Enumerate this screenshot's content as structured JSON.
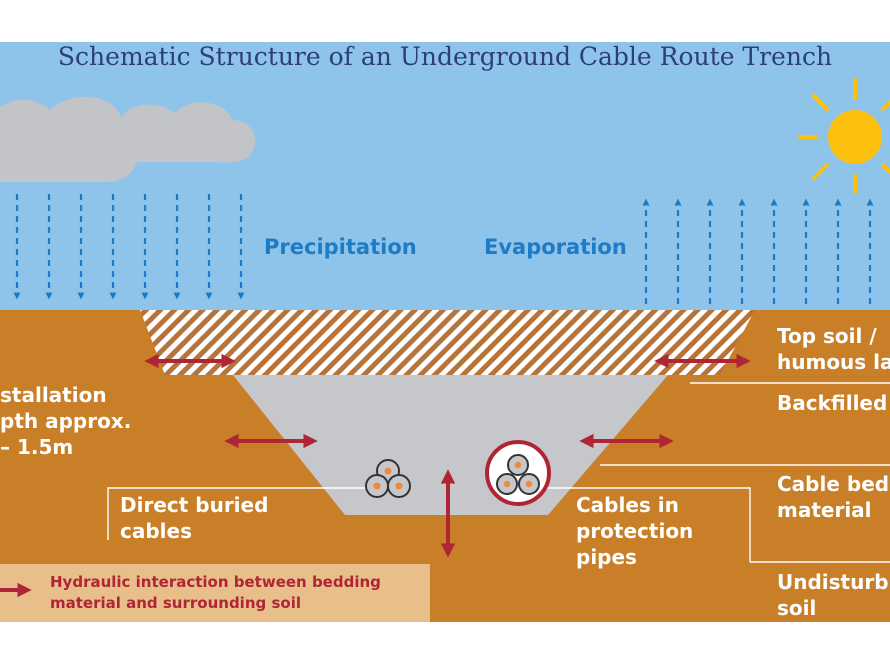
{
  "title": "Schematic Structure of an Underground Cable Route Trench",
  "precipitation": "Precipitation",
  "evaporation": "Evaporation",
  "installation_depth": "stallation\npth approx.\n– 1.5m",
  "direct_buried": "Direct buried\ncables",
  "cables_in_pipes": "Cables in\nprotection\npipes",
  "legend": "Hydraulic interaction between bedding\nmaterial and surrounding soil",
  "layers": {
    "top_soil": "Top soil /\nhumous la",
    "backfilled": "Backfilled",
    "cable_bedding": "Cable bed\nmaterial",
    "undisturbed": "Undisturb\nsoil"
  },
  "colors": {
    "sky": "#8fc4ea",
    "soil": "#c97f27",
    "bedding": "#c6c7ca",
    "arrow_blue": "#1a7cc8",
    "arrow_red": "#b02535",
    "legend_bg": "#e8bf8a",
    "sun": "#fcc10f",
    "cloud": "#c3c4c7"
  }
}
